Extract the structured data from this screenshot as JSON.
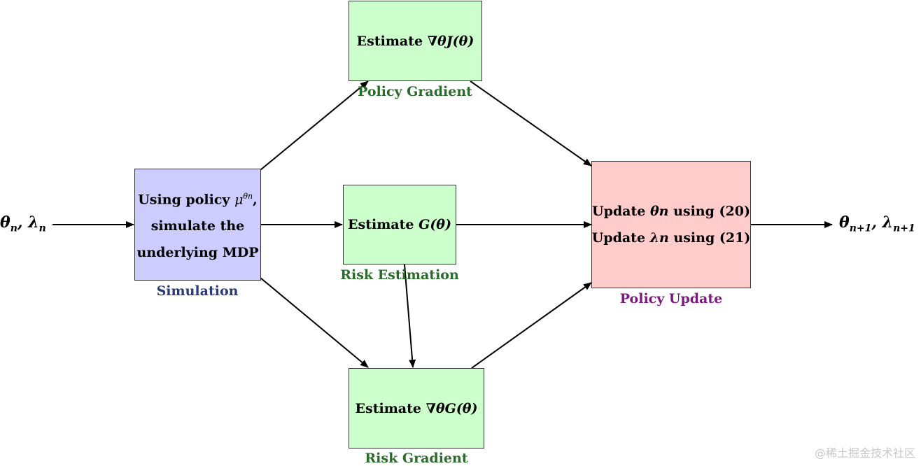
{
  "input_label": {
    "main": "θ",
    "sub1": "n",
    "sep": ", λ",
    "sub2": "n"
  },
  "output_label": {
    "main": "θ",
    "sub1": "n+1",
    "sep": ", λ",
    "sub2": "n+1"
  },
  "simulation": {
    "line1_text": "Using policy ",
    "line1_math": "μ",
    "line1_sup": "θn",
    "line1_end": ",",
    "line2": "simulate the",
    "line3": "underlying MDP",
    "caption": "Simulation"
  },
  "policy_gradient": {
    "text": "Estimate ",
    "math": "∇θJ(θ)",
    "caption": "Policy Gradient"
  },
  "risk_estimation": {
    "text": "Estimate ",
    "math": "G(θ)",
    "caption": "Risk Estimation"
  },
  "risk_gradient": {
    "text": "Estimate ",
    "math": "∇θG(θ)",
    "caption": "Risk Gradient"
  },
  "policy_update": {
    "line1_text": "Update ",
    "line1_math": "θn",
    "line1_end": " using (20)",
    "line2_text": "Update  ",
    "line2_math": "λn",
    "line2_end": " using (21)",
    "caption": "Policy Update"
  },
  "colors": {
    "simulation_caption": "#2a3a7a",
    "green_caption": "#2a6a2a",
    "update_caption": "#7a1a7a"
  },
  "watermark": "@稀土掘金技术社区"
}
